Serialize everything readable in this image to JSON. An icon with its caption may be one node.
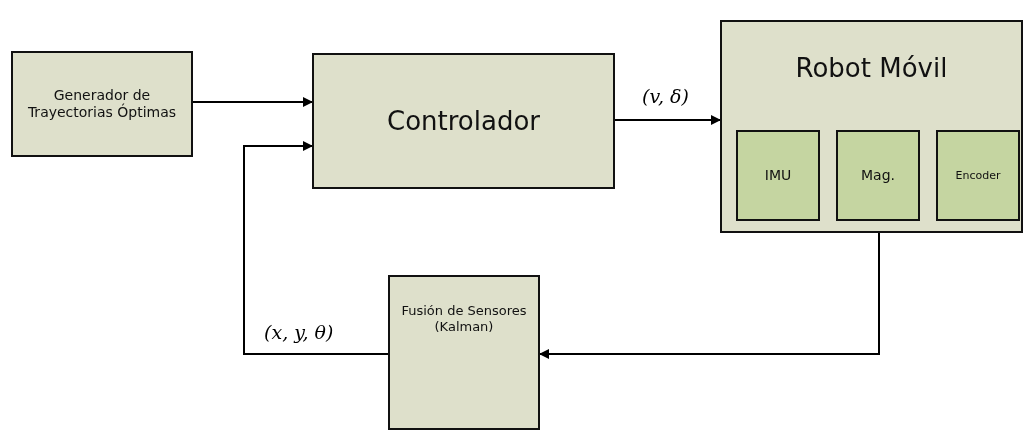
{
  "diagram": {
    "nodes": [
      {
        "text": [
          "Generador de Trayectorias Óptimas"
        ]
      },
      {
        "text": [
          "Controlador"
        ]
      },
      {
        "text": [
          "Robot Móvil"
        ]
      },
      {
        "text": [
          "IMU"
        ],
        "in": 2
      },
      {
        "text": [
          "Mag."
        ],
        "in": 2
      },
      {
        "text": [
          "Encoder"
        ],
        "in": 2
      },
      {
        "text": [
          "Fusión de Sensores (Kalman)"
        ]
      }
    ],
    "edges": [
      {
        "from": 0,
        "to": 1,
        "arrow": "to"
      },
      {
        "from": 6,
        "to": 1,
        "arrow": "to",
        "label": "(x, y, θ)"
      },
      {
        "from": 1,
        "to": 2,
        "arrow": "to",
        "label": "(v, δ)"
      },
      {
        "from": 2,
        "to": 6,
        "arrow": "to"
      }
    ]
  }
}
